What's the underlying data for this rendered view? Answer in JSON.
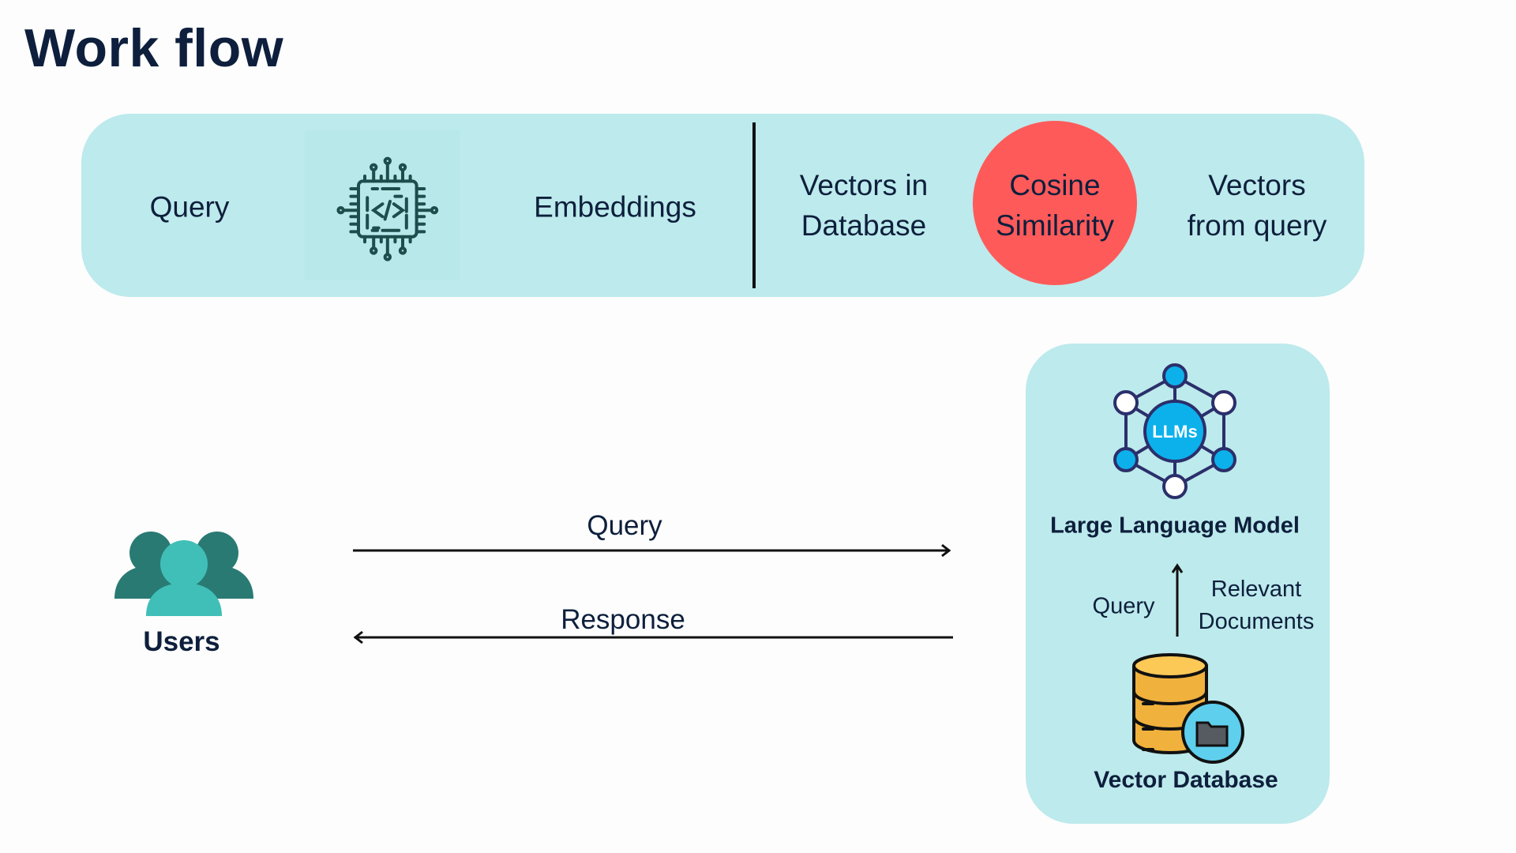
{
  "title": "Work flow",
  "top_band": {
    "query": "Query",
    "embeddings": "Embeddings",
    "vectors_in_db": [
      "Vectors in",
      "Database"
    ],
    "cosine": [
      "Cosine",
      "Similarity"
    ],
    "vectors_from_query": [
      "Vectors",
      "from query"
    ],
    "icons": [
      "code-chip-icon"
    ]
  },
  "flow": {
    "users": "Users",
    "query_arrow": "Query",
    "response_arrow": "Response"
  },
  "panel": {
    "llm_icon_text": "LLMs",
    "llm_label": "Large Language Model",
    "query": "Query",
    "relevant": [
      "Relevant",
      "Documents"
    ],
    "db_label": "Vector Database"
  },
  "colors": {
    "band": "#bdeaec",
    "cosine": "#ff5a5a",
    "text": "#0d1f3c",
    "users_dark": "#2a7a74",
    "users_light": "#40bfb8",
    "llm_blue": "#0cb1ec",
    "db_yellow": "#f6be45"
  }
}
